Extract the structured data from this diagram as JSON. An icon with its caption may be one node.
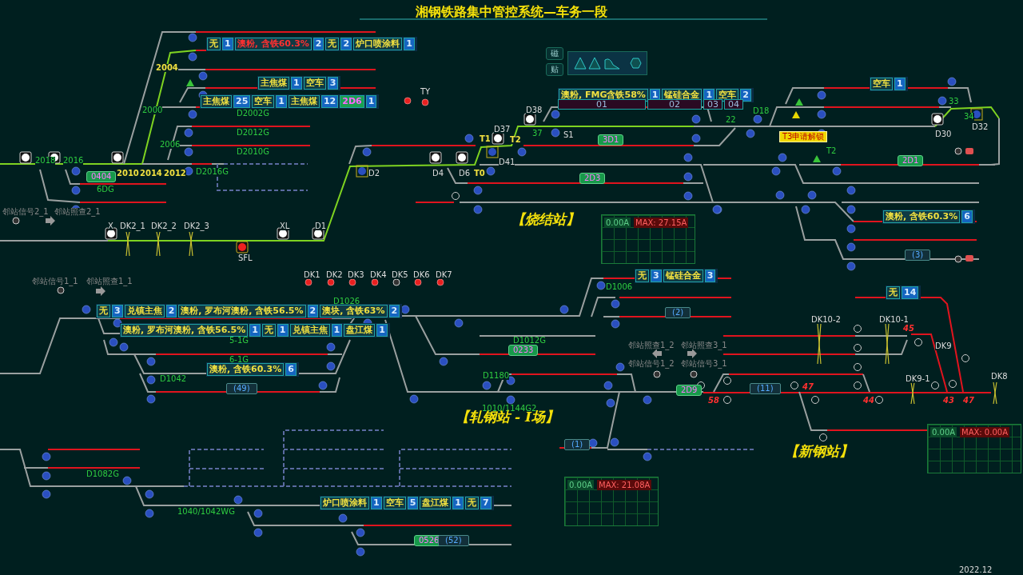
{
  "diagram": {
    "title": "湘钢铁路集中管控系统—车务一段",
    "labels": [
      "无",
      "1",
      "澳粉, 含铁60.3%",
      "2",
      "无",
      "2",
      "炉口喷涂料",
      "1",
      "2004",
      "主焦煤",
      "1",
      "空车",
      "3",
      "TY",
      "主焦煤",
      "25",
      "空车",
      "1",
      "主焦煤",
      "12",
      "2D6",
      "1",
      "2000",
      "D2002G",
      "2006",
      "D2012G",
      "D2010G",
      "2018",
      "2016",
      "2010",
      "2014",
      "2012",
      "D2016G",
      "0404",
      "6DG",
      "邻站信号2_1",
      "邻站照查2_1",
      "X",
      "DK2_1",
      "DK2_2",
      "DK2_3",
      "XL",
      "D1",
      "SFL",
      "D2",
      "磁",
      "贴",
      "澳粉, FMG含铁58%",
      "1",
      "锰硅合金",
      "1",
      "空车",
      "2",
      "01",
      "02",
      "03",
      "04",
      "D38",
      "D37",
      "T1",
      "37",
      "S1",
      "D41",
      "T2",
      "3D1",
      "D4",
      "D6",
      "T0",
      "2D3",
      "空车",
      "1",
      "22",
      "D18",
      "33",
      "34",
      "T3申请解锁",
      "D30",
      "D32",
      "T2",
      "2D1",
      "澳粉, 含铁60.3%",
      "6",
      "(3)",
      "【烧结站】",
      "0.00A",
      "MAX: 27.15A",
      "邻站信号1_1",
      "邻站照查1_1",
      "DK1",
      "DK2",
      "DK3",
      "DK4",
      "DK5",
      "DK6",
      "DK7",
      "D1026",
      "无",
      "3",
      "锰硅合金",
      "3",
      "D1006",
      "无",
      "3",
      "兑镇主焦",
      "2",
      "澳粉, 罗布河澳粉, 含铁56.5%",
      "2",
      "澳块, 含铁63%",
      "2",
      "澳粉, 罗布河澳粉, 含铁56.5%",
      "1",
      "无",
      "1",
      "兑镇主焦",
      "1",
      "盘江煤",
      "1",
      "(2)",
      "无",
      "14",
      "邻站照查1_2",
      "邻站照查3_1",
      "5-1G",
      "D1012G",
      "0233",
      "邻站信号1_2",
      "邻站信号3_1",
      "6-1G",
      "DK10-2",
      "DK10-1",
      "45",
      "DK9",
      "澳粉, 含铁60.3%",
      "6",
      "D1042",
      "D1180",
      "DK9-1",
      "DK8",
      "(49)",
      "2D9",
      "(11)",
      "47",
      "58",
      "44",
      "43",
      "47",
      "1010/1144G2",
      "【轧钢站 - Ⅰ场】",
      "0.00A",
      "MAX: 0.00A",
      "(1)",
      "【新钢站】",
      "D1082G",
      "0.00A",
      "MAX: 21.08A",
      "炉口喷涂料",
      "1",
      "空车",
      "5",
      "盘江煤",
      "1",
      "无",
      "7",
      "1040/1042WG",
      "0526",
      "(52)",
      "2022.12"
    ]
  }
}
